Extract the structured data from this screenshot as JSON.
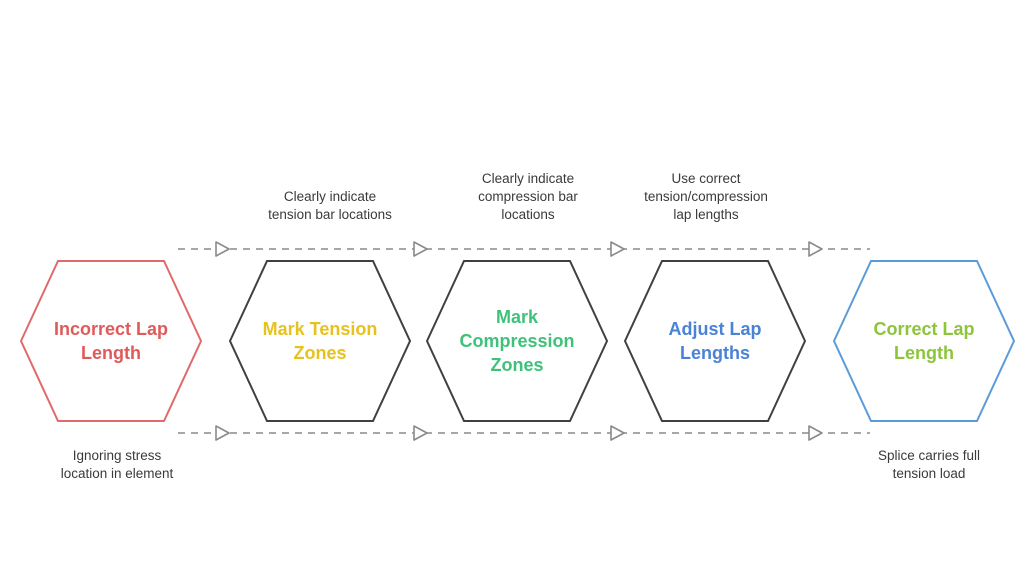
{
  "steps": [
    {
      "label": [
        "Incorrect Lap",
        "Length"
      ],
      "color": "#e05a5a",
      "stroke": "#e06a6a"
    },
    {
      "label": [
        "Mark Tension",
        "Zones"
      ],
      "color": "#e8c21c",
      "stroke": "#404040"
    },
    {
      "label": [
        "Mark",
        "Compression",
        "Zones"
      ],
      "color": "#3ec27a",
      "stroke": "#404040"
    },
    {
      "label": [
        "Adjust Lap",
        "Lengths"
      ],
      "color": "#4a82d6",
      "stroke": "#404040"
    },
    {
      "label": [
        "Correct Lap",
        "Length"
      ],
      "color": "#8cc43a",
      "stroke": "#5b9bd8"
    }
  ],
  "top_notes": [
    {
      "lines": [
        "Clearly indicate",
        "tension bar locations"
      ]
    },
    {
      "lines": [
        "Clearly indicate",
        "compression bar",
        "locations"
      ]
    },
    {
      "lines": [
        "Use correct",
        "tension/compression",
        "lap lengths"
      ]
    }
  ],
  "bottom_notes": [
    {
      "lines": [
        "Ignoring stress",
        "location in element"
      ]
    },
    {
      "lines": [
        "Splice carries full",
        "tension load"
      ]
    }
  ],
  "colors": {
    "connector": "#8a8a8a",
    "note_text": "#3a3a3a"
  }
}
